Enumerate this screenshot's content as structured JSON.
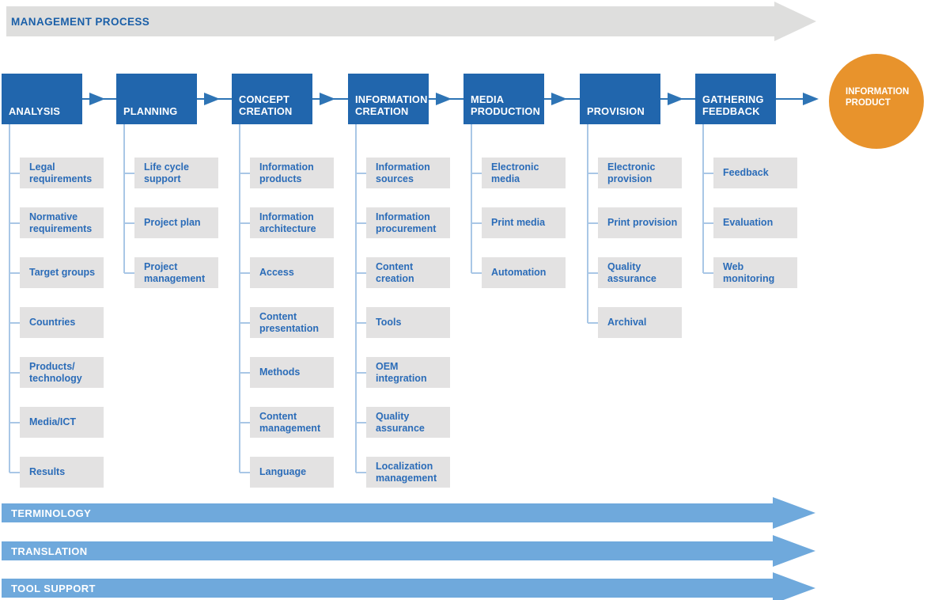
{
  "management_band": {
    "label": "MANAGEMENT PROCESS"
  },
  "columns": [
    {
      "title": "ANALYSIS",
      "items": [
        {
          "label": "Legal\nrequirements"
        },
        {
          "label": "Normative\nrequirements"
        },
        {
          "label": "Target groups"
        },
        {
          "label": "Countries"
        },
        {
          "label": "Products/\ntechnology"
        },
        {
          "label": "Media/ICT"
        },
        {
          "label": "Results"
        }
      ]
    },
    {
      "title": "PLANNING",
      "items": [
        {
          "label": "Life cycle\nsupport"
        },
        {
          "label": "Project plan"
        },
        {
          "label": "Project\nmanagement"
        }
      ]
    },
    {
      "title": "CONCEPT\nCREATION",
      "items": [
        {
          "label": "Information\nproducts"
        },
        {
          "label": "Information\narchitecture"
        },
        {
          "label": "Access"
        },
        {
          "label": "Content\npresentation"
        },
        {
          "label": "Methods"
        },
        {
          "label": "Content\nmanagement"
        },
        {
          "label": "Language"
        }
      ]
    },
    {
      "title": "INFORMATION\nCREATION",
      "items": [
        {
          "label": "Information\nsources"
        },
        {
          "label": "Information\nprocurement"
        },
        {
          "label": "Content\ncreation"
        },
        {
          "label": "Tools"
        },
        {
          "label": "OEM\nintegration"
        },
        {
          "label": "Quality\nassurance"
        },
        {
          "label": "Localization\nmanagement"
        }
      ]
    },
    {
      "title": "MEDIA\nPRODUCTION",
      "items": [
        {
          "label": "Electronic\nmedia"
        },
        {
          "label": "Print media"
        },
        {
          "label": "Automation"
        }
      ]
    },
    {
      "title": "PROVISION",
      "items": [
        {
          "label": "Electronic\nprovision"
        },
        {
          "label": "Print provision"
        },
        {
          "label": "Quality\nassurance"
        },
        {
          "label": "Archival"
        }
      ]
    },
    {
      "title": "GATHERING\nFEEDBACK",
      "items": [
        {
          "label": "Feedback"
        },
        {
          "label": "Evaluation"
        },
        {
          "label": "Web\nmonitoring"
        }
      ]
    }
  ],
  "product": {
    "label": "INFORMATION\nPRODUCT"
  },
  "bottom_bands": [
    {
      "label": "TERMINOLOGY"
    },
    {
      "label": "TRANSLATION"
    },
    {
      "label": "TOOL SUPPORT"
    }
  ],
  "colors": {
    "stage_blue": "#2166ad",
    "connector_blue": "#2e74b5",
    "tree_line_blue": "#a9c7e6",
    "sub_box_gray": "#e3e2e2",
    "sub_text_blue": "#2b6cb8",
    "band_light_blue": "#6fa9dc",
    "top_band_gray": "#dededd",
    "top_label_blue": "#1a5fa8",
    "product_orange": "#e8932c"
  }
}
